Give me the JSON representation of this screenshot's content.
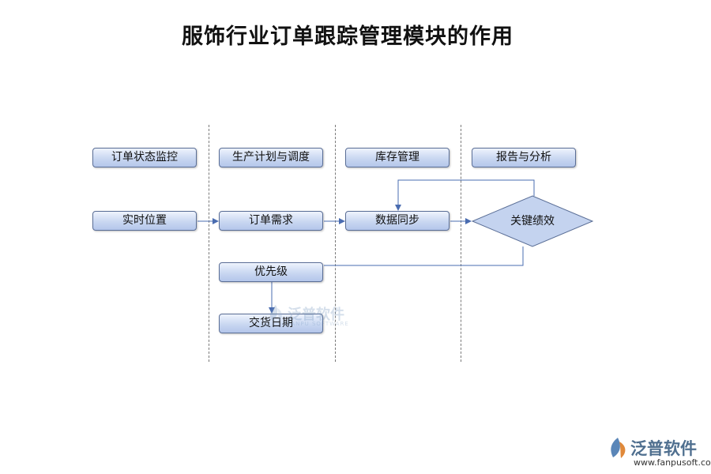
{
  "title": "服饰行业订单跟踪管理模块的作用",
  "colors": {
    "box_border": "#5a6e96",
    "box_fill_top": "#eef3fd",
    "box_fill_bottom": "#b4c6ea",
    "connector": "#4a6cb0",
    "lane_divider": "#7a7a7a"
  },
  "diagram": {
    "lane_headers": [
      "订单状态监控",
      "生产计划与调度",
      "库存管理",
      "报告与分析"
    ],
    "nodes": {
      "realtime_location": "实时位置",
      "order_demand": "订单需求",
      "data_sync": "数据同步",
      "kpi": "关键绩效",
      "priority": "优先级",
      "delivery_date": "交货日期"
    }
  },
  "watermark": {
    "text": "泛普软件",
    "sub": "FANPU SOFTWARE"
  },
  "logo": {
    "text": "泛普软件",
    "url": "www.fanpusoft.com"
  }
}
